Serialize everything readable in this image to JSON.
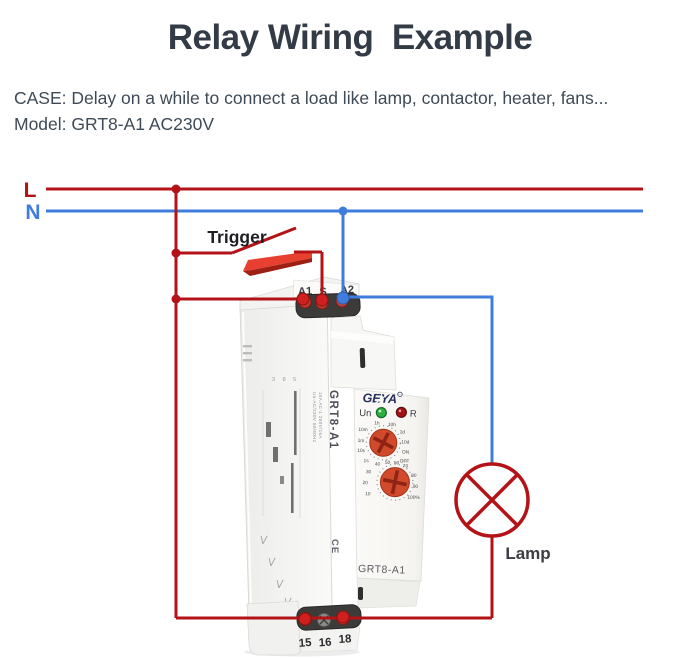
{
  "header": {
    "title": "Relay Wiring  Example",
    "case_line": "CASE: Delay on a while to connect a load like lamp, contactor, heater, fans...",
    "model_line": "Model: GRT8-A1 AC230V"
  },
  "wiring": {
    "live_label": "L",
    "neutral_label": "N",
    "trigger_label": "Trigger",
    "lamp_label": "Lamp",
    "live_color": "#b31217",
    "neutral_color": "#3f7ddd",
    "clip_color": "#e84030"
  },
  "device": {
    "brand": "GEYA",
    "top_terminals": [
      "A1",
      "S",
      "A2"
    ],
    "bottom_terminals": [
      "15",
      "16",
      "18"
    ],
    "side": {
      "model_vertical": "GRT8-A1",
      "spec_line1": "Ua-AC/230V 50/60Hz",
      "spec_line2": "16A AC-1 250V/16A",
      "ce_mark": "CE",
      "top_marks": "3 8 5"
    },
    "front": {
      "power_led_label": "Un",
      "relay_led_label": "R",
      "bottom_model": "GRT8-A1",
      "dial1": {
        "left": [
          "10m",
          "1m",
          "10s",
          "1s"
        ],
        "top": [
          "1h",
          "10h"
        ],
        "right": [
          "1d",
          "10d",
          "ON",
          "OFF"
        ]
      },
      "dial2": {
        "labels": [
          "10",
          "20",
          "30",
          "40",
          "50",
          "60",
          "70",
          "80",
          "90",
          "100%"
        ]
      }
    }
  }
}
